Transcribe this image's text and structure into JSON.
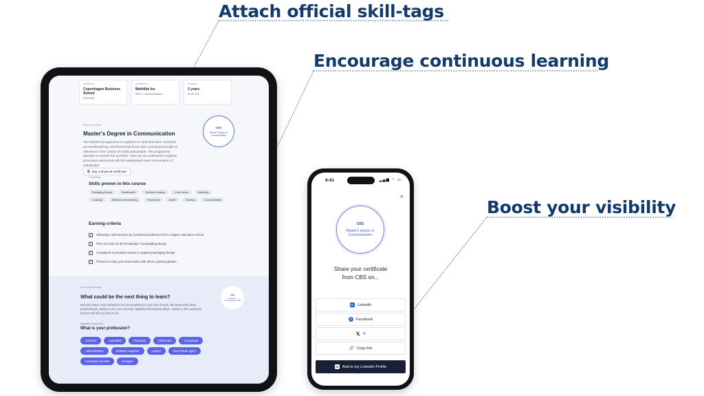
{
  "callouts": {
    "tags": "Attach official skill-tags",
    "learning": "Encourage continuous learning",
    "visibility": "Boost your visibility"
  },
  "tablet": {
    "info_cards": [
      {
        "label": "Issued by",
        "value": "Copenhagen Business School",
        "sub": "Denmark"
      },
      {
        "label": "Awarded to",
        "value": "Mathilde Ive",
        "sub": "MSC. Communication"
      },
      {
        "label": "Duration",
        "value": "2 years",
        "sub": "60 ECTS"
      }
    ],
    "course": {
      "label": "About the course",
      "title": "Master's Degree in Communication",
      "description": "The Master's programme in Cognition & Communication combines an interdisciplinary and theoretical focus with a practical principle of relevance in the context of media and people. The programme attempts to answer the question: How can we understand cognitive processes associated with the widespread mass consumption of individuals?",
      "buy_label": "Buy a physical certificate"
    },
    "badge": {
      "logo": "CBS",
      "text": "Master's Degree in Communication"
    },
    "skills": {
      "label": "Credentials",
      "title": "Skills proven in this course",
      "chips": [
        "Packaging Design",
        "Moodboards",
        "Technical Drawing",
        "Color theory",
        "Marketing",
        "Coaching",
        "Material understanding",
        "Powerpoint",
        "Adobe",
        "Drawing",
        "Communication"
      ]
    },
    "criteria": {
      "title": "Earning criteria",
      "items": [
        "Attending +260 lectures by acclaimed professors from a higher education school",
        "Pass 12 tests on the knowledge of packaging design",
        "Completed 6 practical courses in applied packaging design",
        "Passed a 2-day year-end-exams with above passing grades"
      ]
    },
    "learning": {
      "label": "Never stop learning",
      "title": "What could be the next thing to learn?",
      "description": "Become better, more attractive and accomplished in your line of work. We know what other professionals, similar to you, are currently upskilling themselves within. Answer a few questions and we will tell you what to do.",
      "question_label": "Question 1 (out of 3)",
      "question": "What is your profession?",
      "professions": [
        "Architect",
        "Journalist",
        "Physician",
        "Electrician",
        "Accountant",
        "Administration",
        "Software engineer",
        "Lawyer",
        "Real estate agent",
        "Computer Scientist",
        "Designer"
      ],
      "badge_logo": "CBS",
      "badge_text": "Business Communication CBS"
    }
  },
  "phone": {
    "time": "9:41",
    "status_icons": "▂▄▆ ◠ ▭",
    "close": "×",
    "badge_logo": "CBS",
    "badge_text": "Master's degree in Communication",
    "share_line1": "Share your certificate",
    "share_line2": "from CBS on...",
    "buttons": {
      "linkedin": "LinkedIn",
      "facebook": "Facebook",
      "x": "X",
      "copy": "Copy link"
    },
    "add_label": "Add to my LinkedIn Profile"
  },
  "colors": {
    "callout": "#123a6b",
    "chip_blue": "#5b63e6",
    "panel": "#e8ebf8",
    "dark_button": "#1a1f36"
  }
}
